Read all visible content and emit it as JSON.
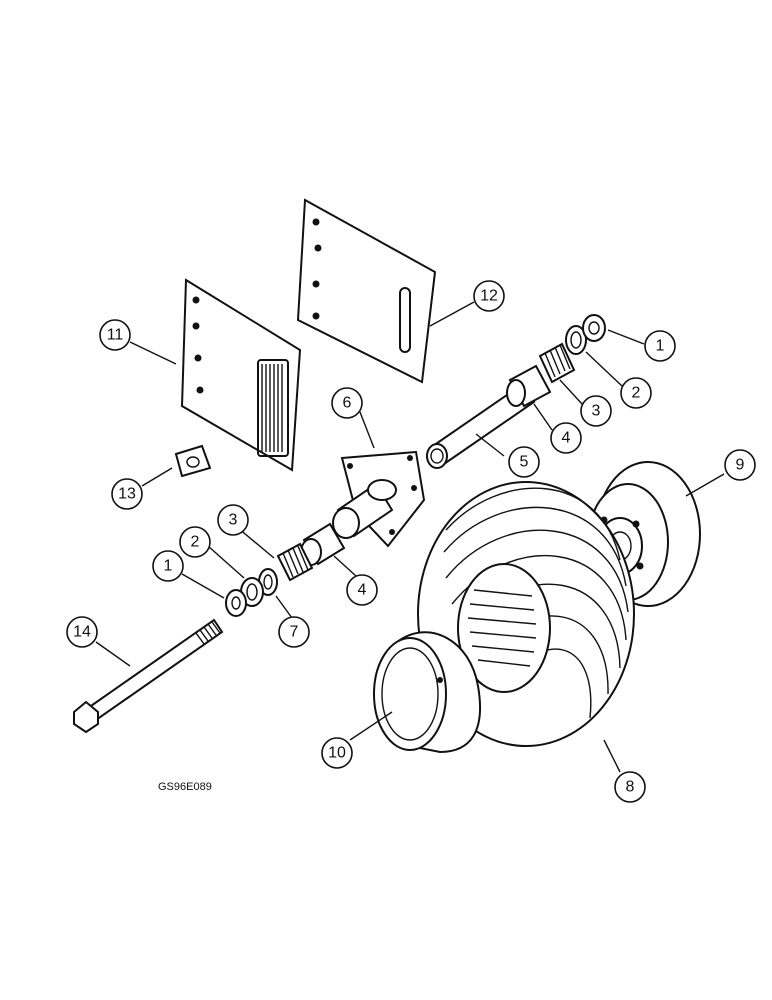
{
  "diagram": {
    "figure_code": "GS96E089",
    "callouts": [
      {
        "id": "callout-1a",
        "label": "1"
      },
      {
        "id": "callout-2a",
        "label": "2"
      },
      {
        "id": "callout-3a",
        "label": "3"
      },
      {
        "id": "callout-4a",
        "label": "4"
      },
      {
        "id": "callout-5",
        "label": "5"
      },
      {
        "id": "callout-6",
        "label": "6"
      },
      {
        "id": "callout-9",
        "label": "9"
      },
      {
        "id": "callout-11",
        "label": "11"
      },
      {
        "id": "callout-12",
        "label": "12"
      },
      {
        "id": "callout-13",
        "label": "13"
      },
      {
        "id": "callout-3b",
        "label": "3"
      },
      {
        "id": "callout-2b",
        "label": "2"
      },
      {
        "id": "callout-1b",
        "label": "1"
      },
      {
        "id": "callout-4b",
        "label": "4"
      },
      {
        "id": "callout-7",
        "label": "7"
      },
      {
        "id": "callout-14",
        "label": "14"
      },
      {
        "id": "callout-10",
        "label": "10"
      },
      {
        "id": "callout-8",
        "label": "8"
      }
    ]
  }
}
